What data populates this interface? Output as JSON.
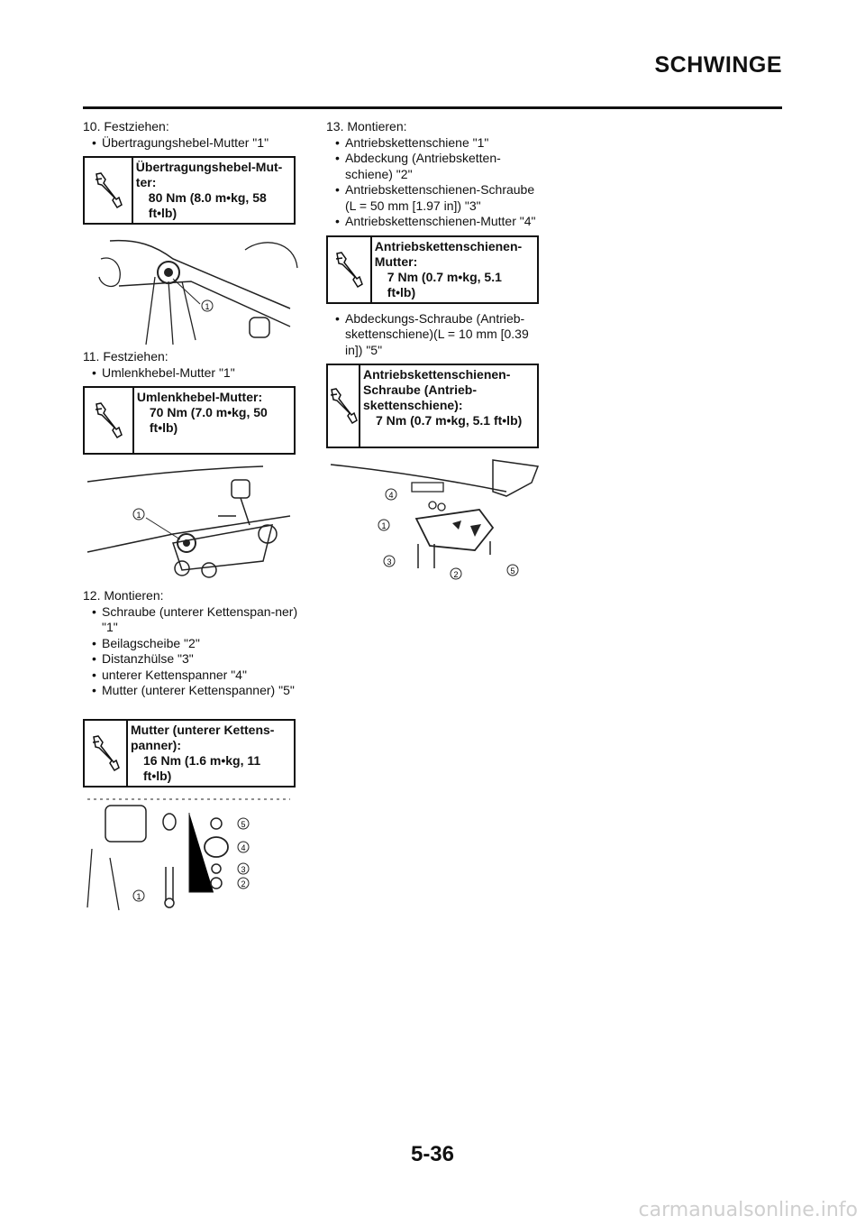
{
  "header": {
    "title": "SCHWINGE"
  },
  "left_column": {
    "step10": {
      "title": "10. Festziehen:",
      "bullets": [
        "Übertragungshebel-Mutter \"1\""
      ]
    },
    "torque10": {
      "name": "Übertragungshebel-Mut-ter:",
      "value": "80 Nm (8.0 m•kg, 58 ft•lb)"
    },
    "fig10": {
      "callouts": [
        "1"
      ]
    },
    "step11": {
      "title": "11. Festziehen:",
      "bullets": [
        "Umlenkhebel-Mutter \"1\""
      ]
    },
    "torque11": {
      "name": "Umlenkhebel-Mutter:",
      "value": "70 Nm (7.0 m•kg, 50 ft•lb)"
    },
    "fig11": {
      "callouts": [
        "1"
      ]
    },
    "step12": {
      "title": "12. Montieren:",
      "bullets": [
        "Schraube (unterer Kettenspan-ner) \"1\"",
        "Beilagscheibe \"2\"",
        "Distanzhülse \"3\"",
        "unterer Kettenspanner \"4\"",
        "Mutter (unterer Kettenspanner) \"5\""
      ]
    },
    "torque12": {
      "name": "Mutter (unterer Kettens-panner):",
      "value": "16 Nm (1.6 m•kg, 11 ft•lb)"
    },
    "fig12": {
      "callouts": [
        "1",
        "2",
        "3",
        "4",
        "5"
      ]
    }
  },
  "right_column": {
    "step13": {
      "title": "13. Montieren:",
      "bullets": [
        "Antriebskettenschiene \"1\"",
        "Abdeckung (Antriebsketten-schiene) \"2\"",
        "Antriebskettenschienen-Schraube (L = 50 mm [1.97 in]) \"3\"",
        "Antriebskettenschienen-Mutter \"4\""
      ]
    },
    "torque13a": {
      "name": "Antriebskettenschienen-Mutter:",
      "value": "7 Nm (0.7 m•kg, 5.1 ft•lb)"
    },
    "bullet_extra": "Abdeckungs-Schraube (Antrieb-skettenschiene)(L = 10 mm [0.39 in]) \"5\"",
    "torque13b": {
      "name": "Antriebskettenschienen-Schraube (Antrieb-skettenschiene):",
      "value": "7 Nm (0.7 m•kg, 5.1 ft•lb)"
    },
    "fig13": {
      "callouts": [
        "1",
        "2",
        "3",
        "4",
        "5"
      ]
    }
  },
  "footer": {
    "page_number": "5-36",
    "watermark": "carmanualsonline.info"
  },
  "icons": {
    "torque": "wrench-icon"
  }
}
